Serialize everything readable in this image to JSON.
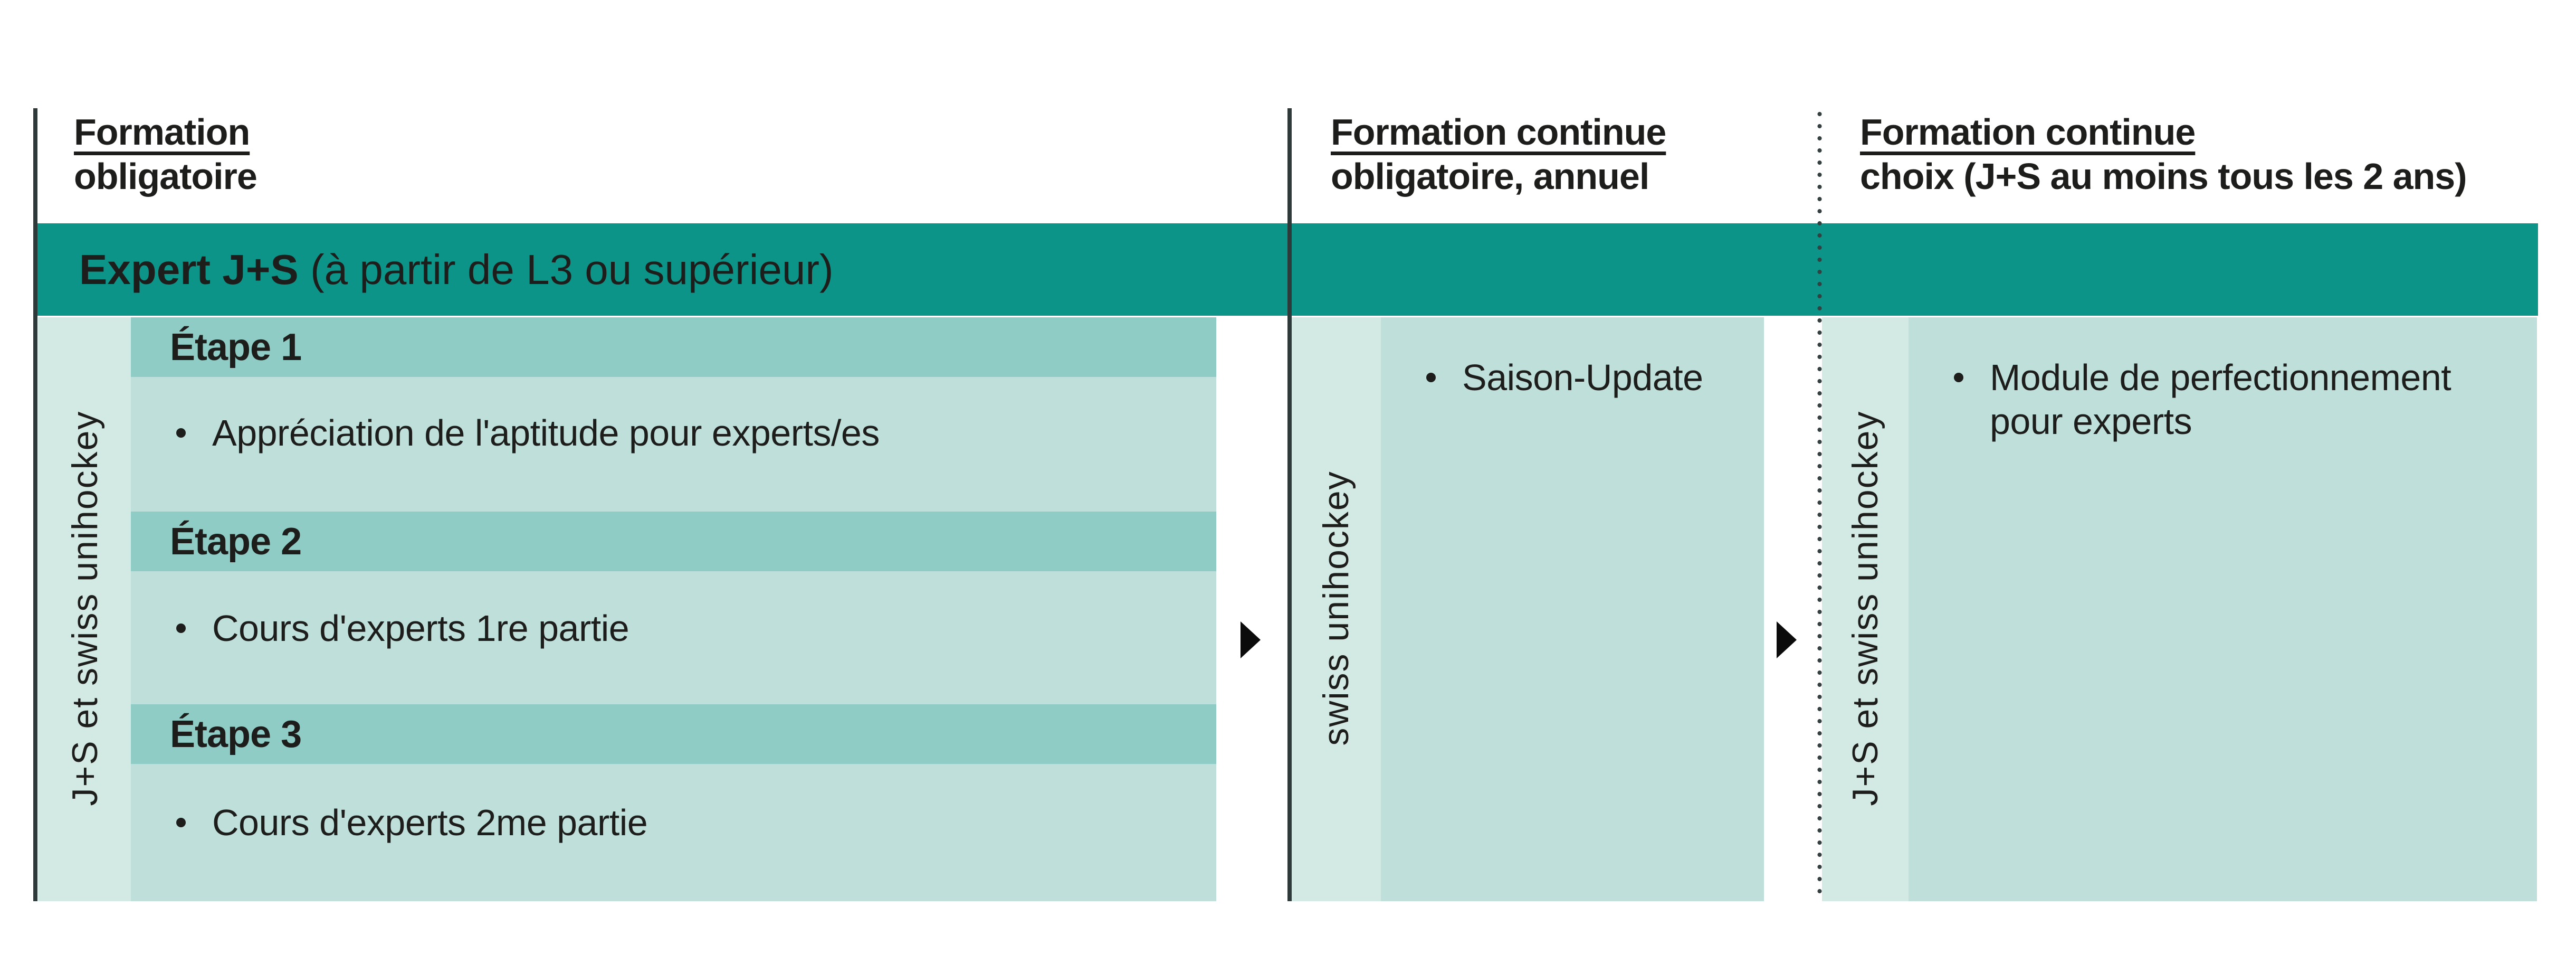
{
  "banner": {
    "bold": "Expert J+S",
    "rest": "(à partir de L3 ou supérieur)"
  },
  "columns": [
    {
      "id": "formation-obligatoire",
      "header": {
        "line1": "Formation",
        "line2": "obligatoire"
      },
      "divider_style": "solid",
      "side_label": "J+S et swiss unihockey",
      "sections": [
        {
          "title": "Étape 1",
          "item": "Appréciation de l'aptitude pour experts/es"
        },
        {
          "title": "Étape 2",
          "item": "Cours d'experts 1re partie"
        },
        {
          "title": "Étape 3",
          "item": "Cours d'experts 2me partie"
        }
      ]
    },
    {
      "id": "formation-continue-obligatoire",
      "header": {
        "line1": "Formation continue",
        "line2": "obligatoire, annuel"
      },
      "divider_style": "solid",
      "side_label": "swiss unihockey",
      "item": "Saison-Update"
    },
    {
      "id": "formation-continue-choix",
      "header": {
        "line1": "Formation continue",
        "line2": "choix (J+S au moins tous les 2 ans)"
      },
      "divider_style": "dotted",
      "side_label": "J+S et swiss unihockey",
      "item": "Module de perfectionnement pour experts"
    }
  ],
  "colors": {
    "banner_teal": "#0d9488",
    "step_band_teal": "#8fccc5",
    "body_teal": "#bedfda",
    "label_strip_teal": "#d3e9e4",
    "divider_line": "#2e3a3a",
    "dotted_line": "#354040",
    "text": "#1d1d1b",
    "arrow": "#0b0b0b",
    "background": "#ffffff"
  }
}
